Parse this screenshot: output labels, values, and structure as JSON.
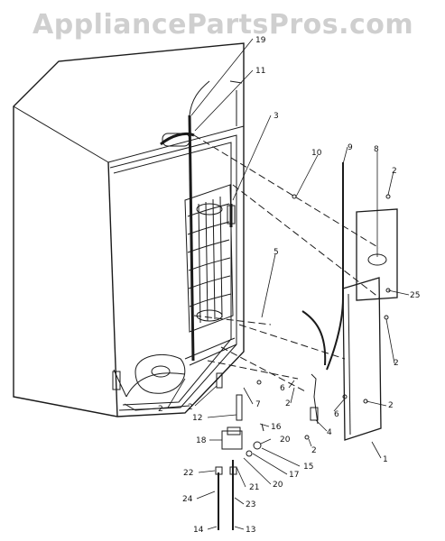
{
  "watermark": "AppliancePartsPros.com",
  "callouts": [
    {
      "id": "c19",
      "label": "19"
    },
    {
      "id": "c11",
      "label": "11"
    },
    {
      "id": "c3",
      "label": "3"
    },
    {
      "id": "c10",
      "label": "10"
    },
    {
      "id": "c9",
      "label": "9"
    },
    {
      "id": "c8",
      "label": "8"
    },
    {
      "id": "c2a",
      "label": "2"
    },
    {
      "id": "c5",
      "label": "5"
    },
    {
      "id": "c25",
      "label": "25"
    },
    {
      "id": "c2b",
      "label": "2"
    },
    {
      "id": "c2c",
      "label": "2"
    },
    {
      "id": "c2d",
      "label": "2"
    },
    {
      "id": "c6a",
      "label": "6"
    },
    {
      "id": "c2e",
      "label": "2"
    },
    {
      "id": "c6b",
      "label": "6"
    },
    {
      "id": "c2f",
      "label": "2"
    },
    {
      "id": "c7",
      "label": "7"
    },
    {
      "id": "c4",
      "label": "4"
    },
    {
      "id": "c2g",
      "label": "2"
    },
    {
      "id": "c12",
      "label": "12"
    },
    {
      "id": "c16",
      "label": "16"
    },
    {
      "id": "c1",
      "label": "1"
    },
    {
      "id": "c18",
      "label": "18"
    },
    {
      "id": "c20a",
      "label": "20"
    },
    {
      "id": "c15",
      "label": "15"
    },
    {
      "id": "c17",
      "label": "17"
    },
    {
      "id": "c22",
      "label": "22"
    },
    {
      "id": "c20b",
      "label": "20"
    },
    {
      "id": "c21",
      "label": "21"
    },
    {
      "id": "c24",
      "label": "24"
    },
    {
      "id": "c23",
      "label": "23"
    },
    {
      "id": "c14",
      "label": "14"
    },
    {
      "id": "c13",
      "label": "13"
    }
  ]
}
